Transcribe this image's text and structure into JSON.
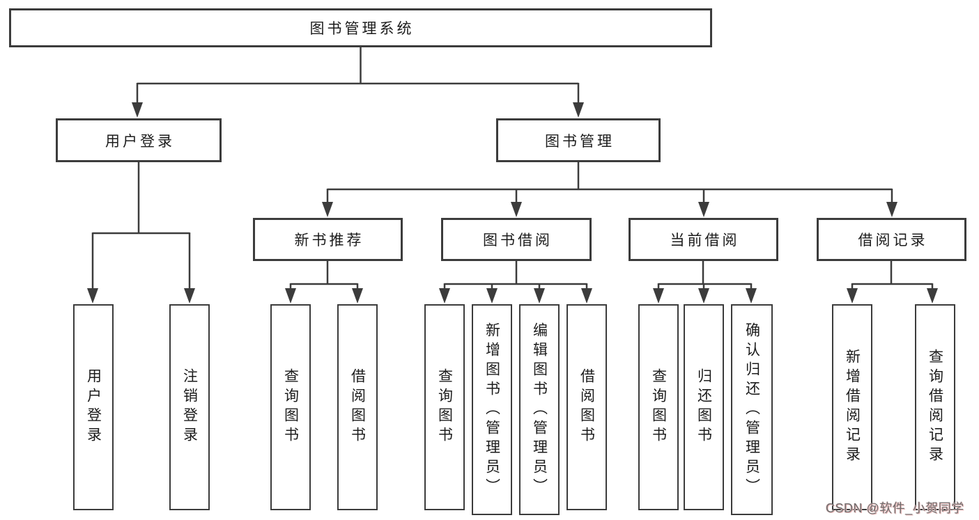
{
  "tree": {
    "label": "图书管理系统",
    "children": [
      {
        "label": "用户登录",
        "children": [
          {
            "label": "用户登录"
          },
          {
            "label": "注销登录"
          }
        ]
      },
      {
        "label": "图书管理",
        "children": [
          {
            "label": "新书推荐",
            "children": [
              {
                "label": "查询图书"
              },
              {
                "label": "借阅图书"
              }
            ]
          },
          {
            "label": "图书借阅",
            "children": [
              {
                "label": "查询图书"
              },
              {
                "label": "新增图书（管理员）"
              },
              {
                "label": "编辑图书（管理员）"
              },
              {
                "label": "借阅图书"
              }
            ]
          },
          {
            "label": "当前借阅",
            "children": [
              {
                "label": "查询图书"
              },
              {
                "label": "归还图书"
              },
              {
                "label": "确认归还（管理员）"
              }
            ]
          },
          {
            "label": "借阅记录",
            "children": [
              {
                "label": "新增借阅记录"
              },
              {
                "label": "查询借阅记录"
              }
            ]
          }
        ]
      }
    ]
  },
  "watermark": "CSDN @软件_小贺同学",
  "colors": {
    "line": "#3c3c3c",
    "box_border": "#3c3c3c",
    "text": "#1c1c1c",
    "background": "#ffffff",
    "watermark_text": "#6f6f6f",
    "watermark_glow": "#eab9b9"
  }
}
